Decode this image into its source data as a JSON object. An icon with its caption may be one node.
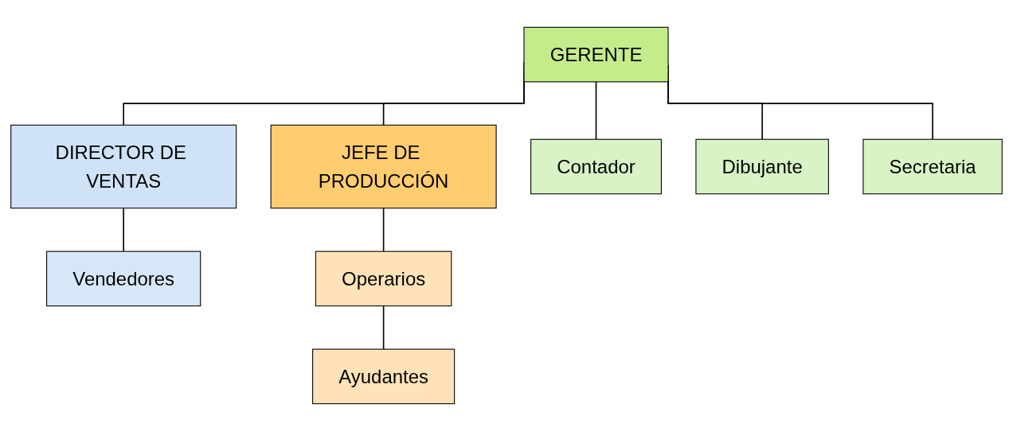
{
  "diagram": {
    "nodes": [
      {
        "text": [
          "GERENTE"
        ]
      },
      {
        "text": [
          "DIRECTOR DE VENTAS"
        ]
      },
      {
        "text": [
          "JEFE DE PRODUCCIÓN"
        ]
      },
      {
        "text": [
          "Vendedores"
        ]
      },
      {
        "text": [
          "Contador"
        ]
      },
      {
        "text": [
          "Dibujante"
        ]
      },
      {
        "text": [
          "Secretaria"
        ]
      },
      {
        "text": [
          "Operarios"
        ]
      },
      {
        "text": [
          "Ayudantes"
        ]
      }
    ],
    "edges": [
      {
        "from": 0,
        "to": 1,
        "arrow": "none"
      },
      {
        "from": 0,
        "to": 4,
        "arrow": "none"
      },
      {
        "from": 0,
        "to": 6,
        "arrow": "none"
      },
      {
        "from": 0,
        "to": 5,
        "arrow": "none"
      },
      {
        "from": 0,
        "to": 2,
        "arrow": "none"
      },
      {
        "from": 1,
        "to": 3,
        "arrow": "none"
      },
      {
        "from": 2,
        "to": 7,
        "arrow": "none"
      },
      {
        "from": 7,
        "to": 8,
        "arrow": "none"
      }
    ]
  }
}
